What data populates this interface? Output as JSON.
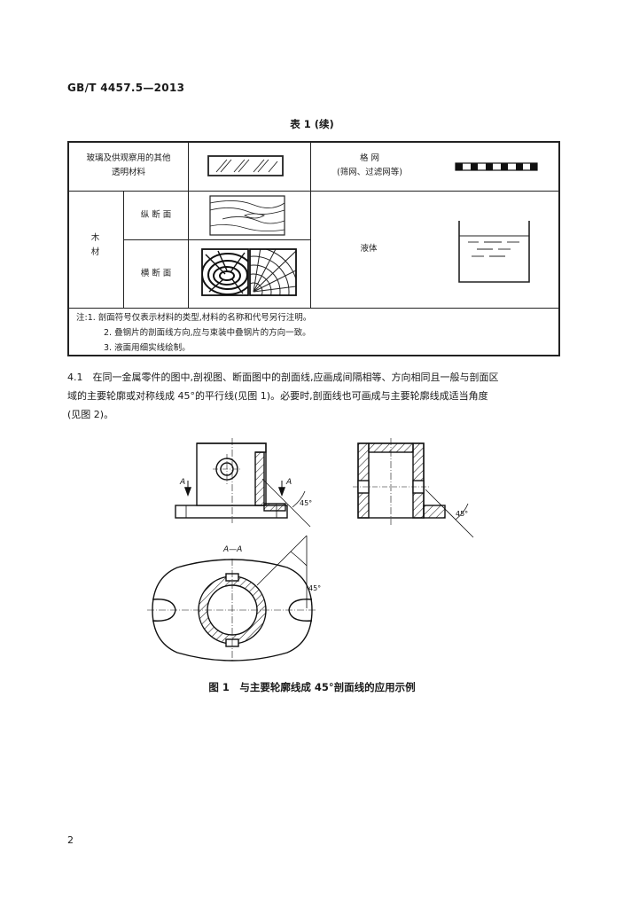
{
  "header": {
    "standard_code": "GB/T 4457.5—2013"
  },
  "table": {
    "caption": "表 1 (续)",
    "rows": {
      "glass": {
        "label_line1": "玻璃及供观察用的其他",
        "label_line2": "透明材料"
      },
      "mesh": {
        "label_line1": "格 网",
        "label_line2": "(筛网、过滤网等)"
      },
      "wood": {
        "label": "木",
        "label2": "材",
        "longitudinal": "纵 断 面",
        "transverse": "横 断 面"
      },
      "liquid": {
        "label": "液体"
      }
    },
    "notes": {
      "prefix": "注:",
      "n1": "1. 剖面符号仅表示材料的类型,材料的名称和代号另行注明。",
      "n2": "2. 叠钢片的剖面线方向,应与束装中叠钢片的方向一致。",
      "n3": "3. 液面用细实线绘制。"
    }
  },
  "paragraph": {
    "line1": "4.1　在同一金属零件的图中,剖视图、断面图中的剖面线,应画成间隔相等、方向相同且一般与剖面区",
    "line2": "域的主要轮廓或对称线成 45°的平行线(见图 1)。必要时,剖面线也可画成与主要轮廓线成适当角度",
    "line3": "(见图 2)。"
  },
  "figure": {
    "section_label": "A",
    "section_label_right": "A",
    "section_title": "A—A",
    "angle_label_1": "45°",
    "angle_label_2": "45°",
    "angle_label_3": "45°",
    "caption": "图 1　与主要轮廓线成 45°剖面线的应用示例"
  },
  "footer": {
    "page_number": "2"
  }
}
